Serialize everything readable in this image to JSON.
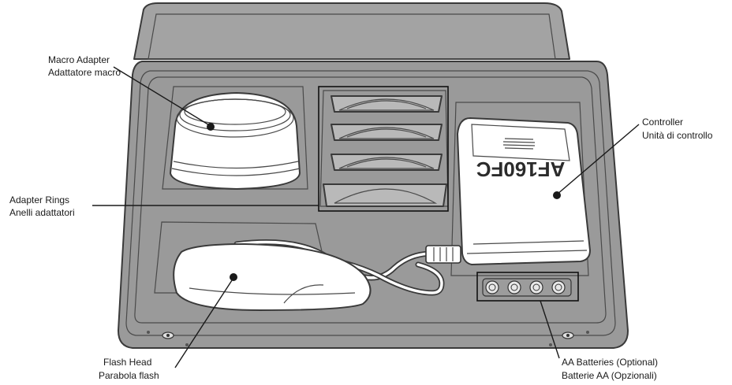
{
  "labels": {
    "macro_adapter": {
      "en": "Macro Adapter",
      "it": "Adattatore macro"
    },
    "adapter_rings": {
      "en": "Adapter Rings",
      "it": "Anelli adattatori"
    },
    "controller": {
      "en": "Controller",
      "it": "Unità di controllo"
    },
    "flash_head": {
      "en": "Flash Head",
      "it": "Parabola flash"
    },
    "batteries": {
      "en": "AA Batteries (Optional)",
      "it": "Batterie AA (Opzionali)"
    }
  },
  "controller_model": "AF160FC",
  "colors": {
    "case_outer": "#9a9a9a",
    "case_inner": "#e4e4e4",
    "foam_insert": "#f1f1f1",
    "pocket_shadow": "#bdbdbd",
    "outline": "#333333"
  }
}
